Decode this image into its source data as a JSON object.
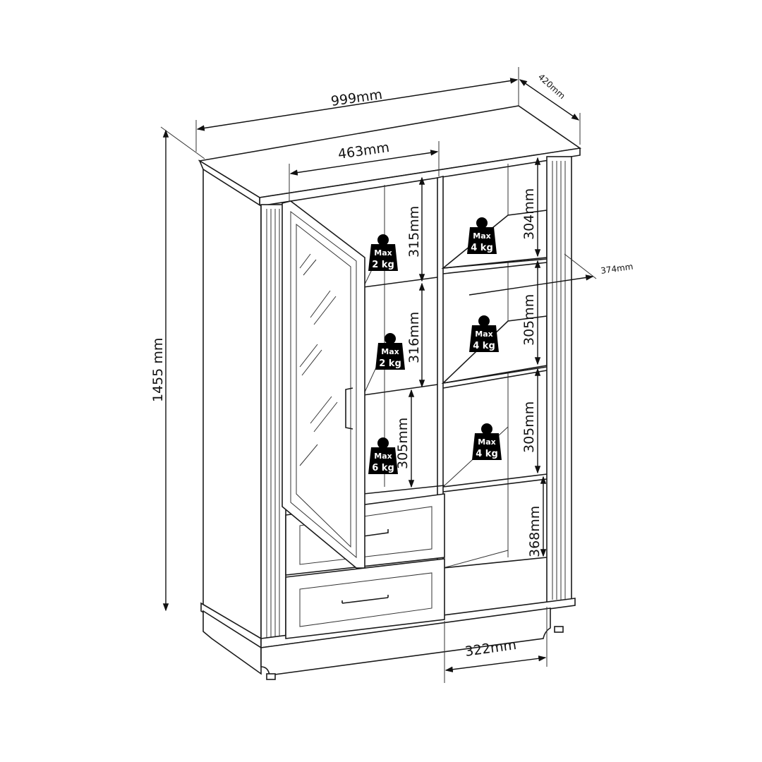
{
  "dimensions": {
    "width": "999mm",
    "depth": "420mm",
    "height": "1455 mm",
    "door_width": "463mm",
    "shelf_depth": "374mm",
    "bottom_width": "322mm",
    "left_gap_1": "315mm",
    "left_gap_2": "316mm",
    "left_gap_3": "305mm",
    "right_gap_1": "304mm",
    "right_gap_2": "305mm",
    "right_gap_3": "305mm",
    "right_gap_4": "368mm"
  },
  "weights": [
    {
      "label": "Max",
      "value": "2 kg"
    },
    {
      "label": "Max",
      "value": "2 kg"
    },
    {
      "label": "Max",
      "value": "6 kg"
    },
    {
      "label": "Max",
      "value": "4 kg"
    },
    {
      "label": "Max",
      "value": "4 kg"
    },
    {
      "label": "Max",
      "value": "4 kg"
    }
  ]
}
